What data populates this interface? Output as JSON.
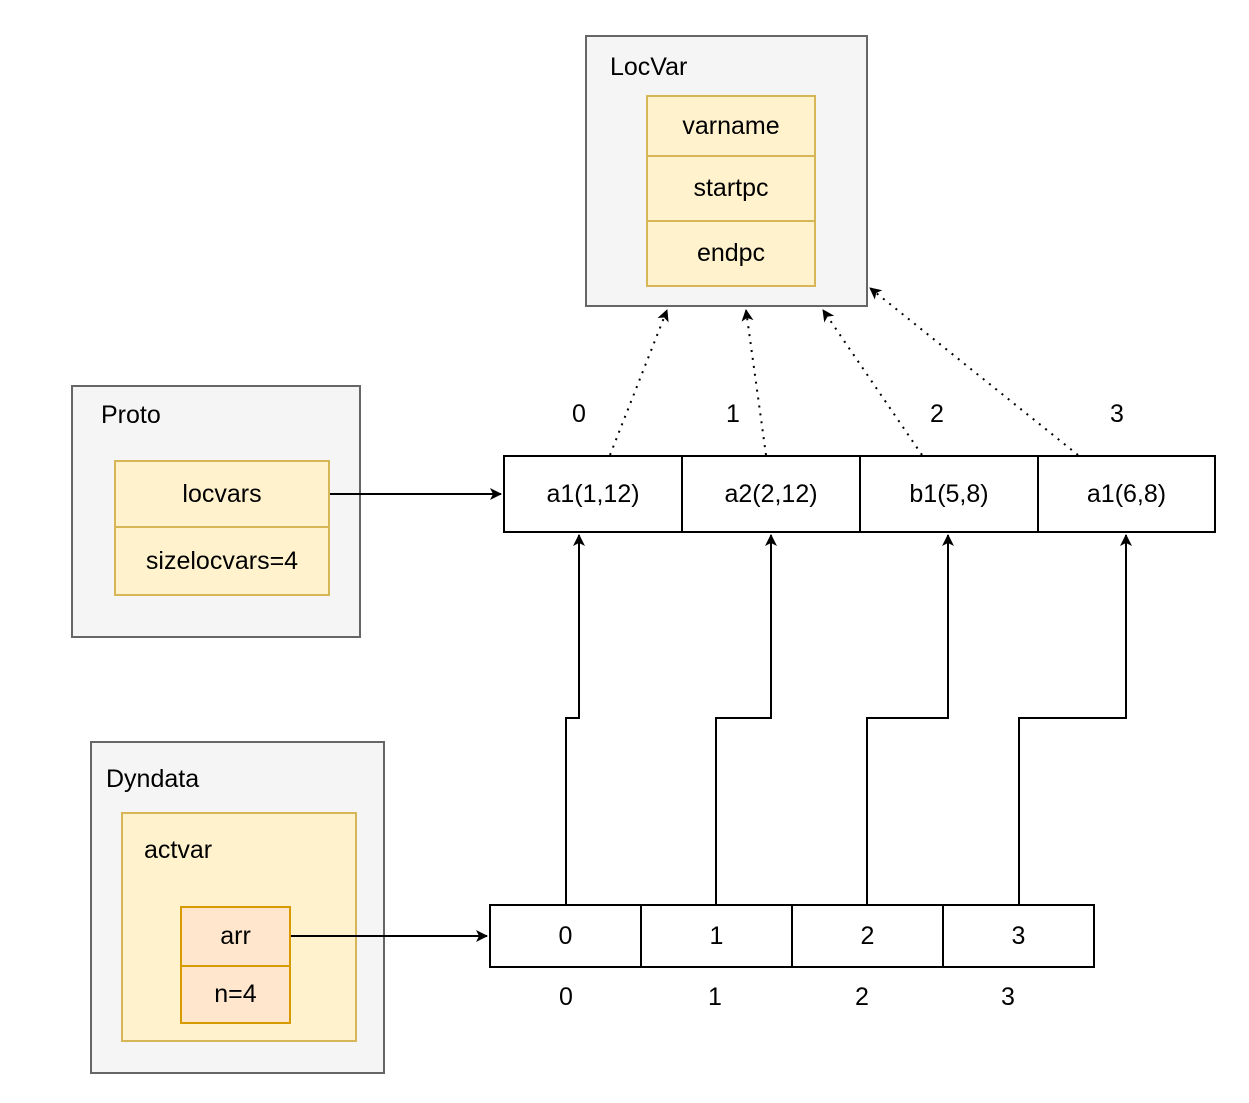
{
  "locvar": {
    "title": "LocVar",
    "fields": [
      "varname",
      "startpc",
      "endpc"
    ]
  },
  "proto": {
    "title": "Proto",
    "fields": [
      "locvars",
      "sizelocvars=4"
    ]
  },
  "dyndata": {
    "title": "Dyndata",
    "actvar": {
      "title": "actvar",
      "fields": [
        "arr",
        "n=4"
      ]
    }
  },
  "locvars_array": {
    "index_labels": [
      "0",
      "1",
      "2",
      "3"
    ],
    "cells": [
      "a1(1,12)",
      "a2(2,12)",
      "b1(5,8)",
      "a1(6,8)"
    ]
  },
  "actvar_array": {
    "cells": [
      "0",
      "1",
      "2",
      "3"
    ],
    "index_labels": [
      "0",
      "1",
      "2",
      "3"
    ]
  }
}
